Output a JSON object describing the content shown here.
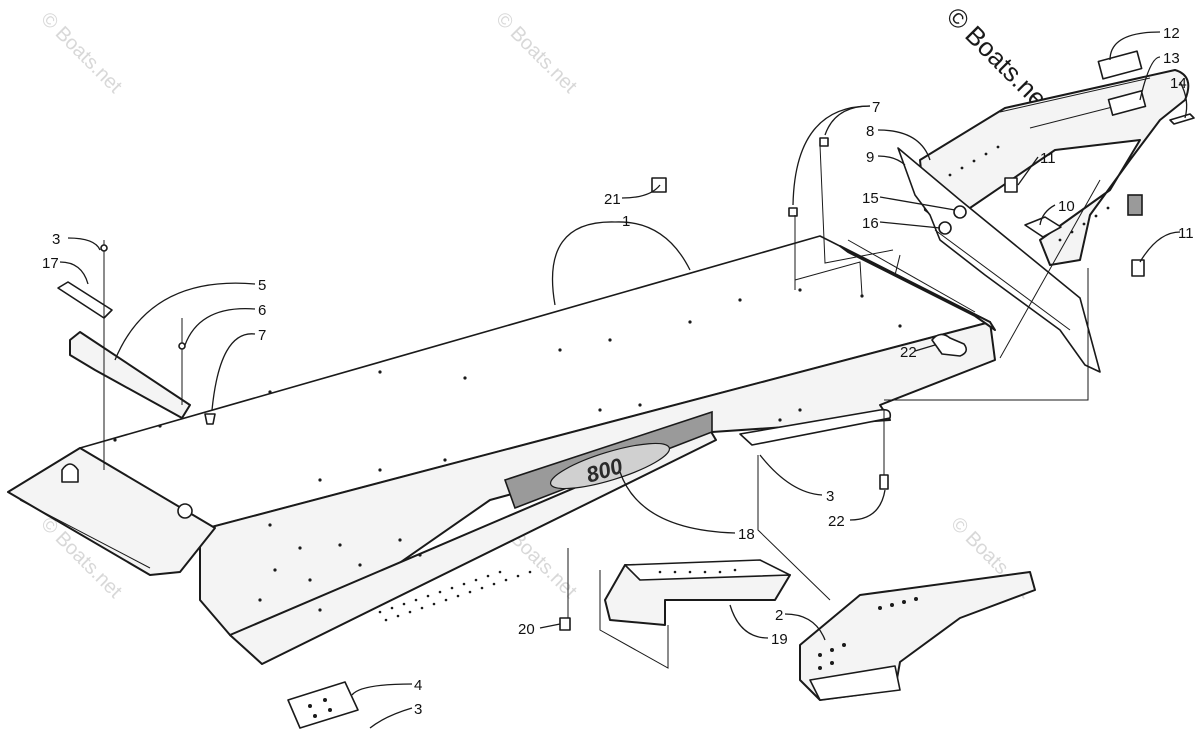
{
  "watermark": {
    "text": "© Boats.net"
  },
  "emblem": {
    "text": "800"
  },
  "callouts": [
    {
      "id": "c1",
      "label": "1"
    },
    {
      "id": "c2",
      "label": "2"
    },
    {
      "id": "c3a",
      "label": "3"
    },
    {
      "id": "c3b",
      "label": "3"
    },
    {
      "id": "c3c",
      "label": "3"
    },
    {
      "id": "c4",
      "label": "4"
    },
    {
      "id": "c5",
      "label": "5"
    },
    {
      "id": "c6",
      "label": "6"
    },
    {
      "id": "c7a",
      "label": "7"
    },
    {
      "id": "c7b",
      "label": "7"
    },
    {
      "id": "c8",
      "label": "8"
    },
    {
      "id": "c9",
      "label": "9"
    },
    {
      "id": "c10",
      "label": "10"
    },
    {
      "id": "c11a",
      "label": "11"
    },
    {
      "id": "c11b",
      "label": "11"
    },
    {
      "id": "c12",
      "label": "12"
    },
    {
      "id": "c13",
      "label": "13"
    },
    {
      "id": "c14",
      "label": "14"
    },
    {
      "id": "c15",
      "label": "15"
    },
    {
      "id": "c16",
      "label": "16"
    },
    {
      "id": "c17",
      "label": "17"
    },
    {
      "id": "c18",
      "label": "18"
    },
    {
      "id": "c19",
      "label": "19"
    },
    {
      "id": "c20",
      "label": "20"
    },
    {
      "id": "c21",
      "label": "21"
    },
    {
      "id": "c22a",
      "label": "22"
    },
    {
      "id": "c22b",
      "label": "22"
    }
  ]
}
